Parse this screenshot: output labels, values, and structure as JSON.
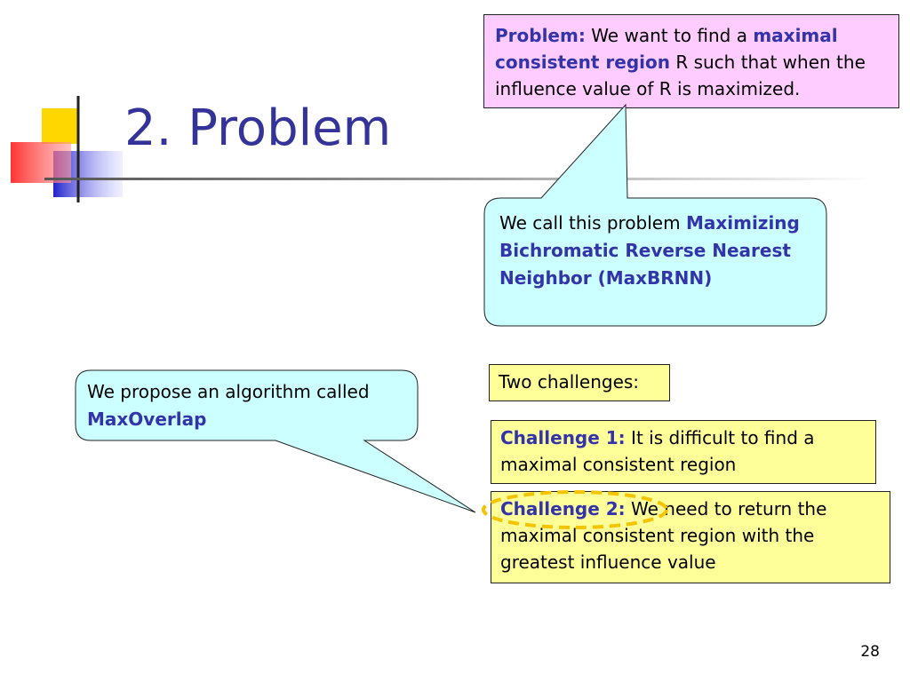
{
  "slide": {
    "title": "2. Problem",
    "page_number": "28"
  },
  "problem_box": {
    "label": "Problem:",
    "text1": " We want to find a ",
    "highlight1": "maximal consistent region",
    "text2": " R such that when the influence value of R is maximized."
  },
  "callout_maxbrnn": {
    "text": "We call this problem ",
    "highlight": "Maximizing Bichromatic Reverse Nearest Neighbor (MaxBRNN)"
  },
  "callout_maxoverlap": {
    "text": "We propose an algorithm called ",
    "highlight": "MaxOverlap"
  },
  "challenges": {
    "heading": "Two challenges:",
    "c1_label": "Challenge 1:",
    "c1_text": " It is difficult to find a maximal consistent region",
    "c2_label": "Challenge 2:",
    "c2_text": " We need to return the maximal consistent region with the greatest influence value"
  },
  "colors": {
    "title": "#333399",
    "highlight": "#3333aa",
    "pink_box": "#ffccff",
    "callout": "#ccffff",
    "yellow_box": "#ffff99",
    "dashed_ellipse": "#f5c400"
  }
}
